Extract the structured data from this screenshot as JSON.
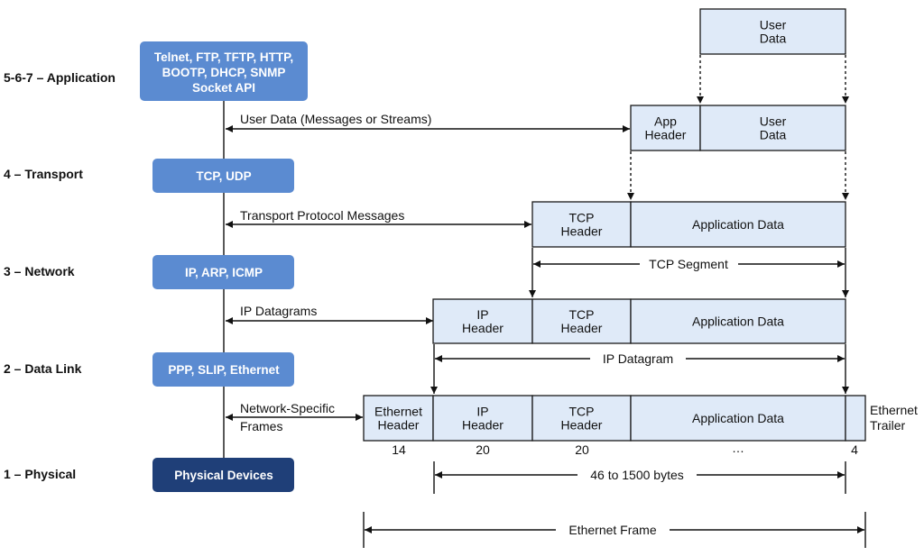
{
  "layers": [
    {
      "label": "5-6-7 – Application",
      "lines": [
        "Telnet, FTP, TFTP, HTTP,",
        "BOOTP, DHCP, SNMP",
        "Socket API"
      ]
    },
    {
      "label": "4 – Transport",
      "lines": [
        "TCP, UDP"
      ]
    },
    {
      "label": "3 – Network",
      "lines": [
        "IP, ARP, ICMP"
      ]
    },
    {
      "label": "2 – Data Link",
      "lines": [
        "PPP, SLIP, Ethernet"
      ]
    },
    {
      "label": "1 – Physical",
      "lines": [
        "Physical Devices"
      ]
    }
  ],
  "colors": {
    "box": "#5b8bd1",
    "box_dark": "#1f3f78",
    "cell_fill": "#dfeaf8"
  },
  "messages": {
    "application": [
      "User Data (Messages or Streams)"
    ],
    "transport": [
      "Transport Protocol Messages"
    ],
    "network": [
      "IP Datagrams"
    ],
    "datalink": [
      "Network-Specific",
      "Frames"
    ]
  },
  "rows": {
    "user": [
      {
        "text": [
          "User",
          "Data"
        ]
      }
    ],
    "app": [
      {
        "text": [
          "App",
          "Header"
        ]
      },
      {
        "text": [
          "User",
          "Data"
        ]
      }
    ],
    "transport": [
      {
        "text": [
          "TCP",
          "Header"
        ]
      },
      {
        "text": [
          "Application Data"
        ]
      }
    ],
    "network": [
      {
        "text": [
          "IP",
          "Header"
        ]
      },
      {
        "text": [
          "TCP",
          "Header"
        ]
      },
      {
        "text": [
          "Application Data"
        ]
      }
    ],
    "frame": [
      {
        "text": [
          "Ethernet",
          "Header"
        ]
      },
      {
        "text": [
          "IP",
          "Header"
        ]
      },
      {
        "text": [
          "TCP",
          "Header"
        ]
      },
      {
        "text": [
          "Application Data"
        ]
      },
      {
        "text": []
      }
    ]
  },
  "trailer": [
    "Ethernet",
    "Trailer"
  ],
  "sizes": [
    "14",
    "20",
    "20",
    "…",
    "4"
  ],
  "spans": {
    "tcp_segment": "TCP Segment",
    "ip_datagram": "IP Datagram",
    "payload": "46 to 1500 bytes",
    "frame": "Ethernet Frame"
  }
}
